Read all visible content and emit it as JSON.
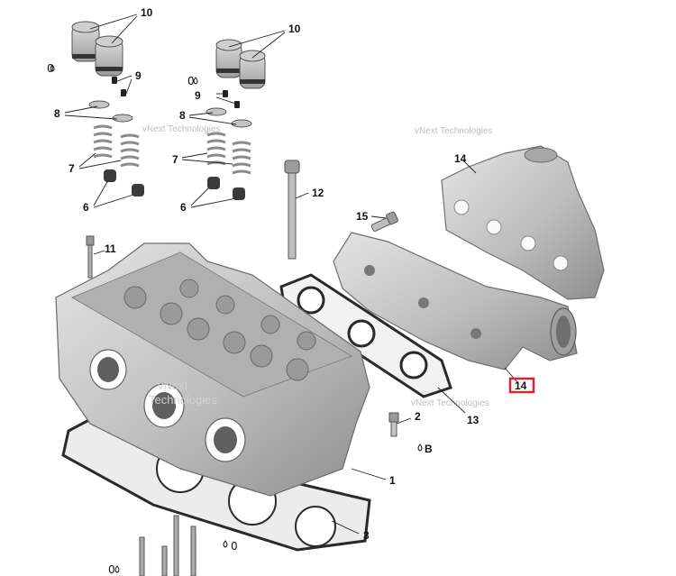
{
  "labels": {
    "l1": "1",
    "l2": "2",
    "l3": "3",
    "l6a": "6",
    "l6b": "6",
    "l7a": "7",
    "l7b": "7",
    "l8a": "8",
    "l8b": "8",
    "l9a": "9",
    "l9b": "9",
    "l10a": "10",
    "l10b": "10",
    "l11": "11",
    "l12": "12",
    "l13": "13",
    "l14a": "14",
    "l14b": "14",
    "l15": "15"
  },
  "symbols": {
    "oil_a": "0",
    "oil_b": "0",
    "oil_c": "0",
    "oil_d": "0",
    "loctite_b": "B"
  },
  "watermark": {
    "line1": "vNext Technologies",
    "line2": "vNext",
    "line3": "Technologies"
  },
  "colors": {
    "highlight": "#d7262b",
    "part_fill": "#c9c9c9",
    "gasket": "#2a2a2a"
  }
}
